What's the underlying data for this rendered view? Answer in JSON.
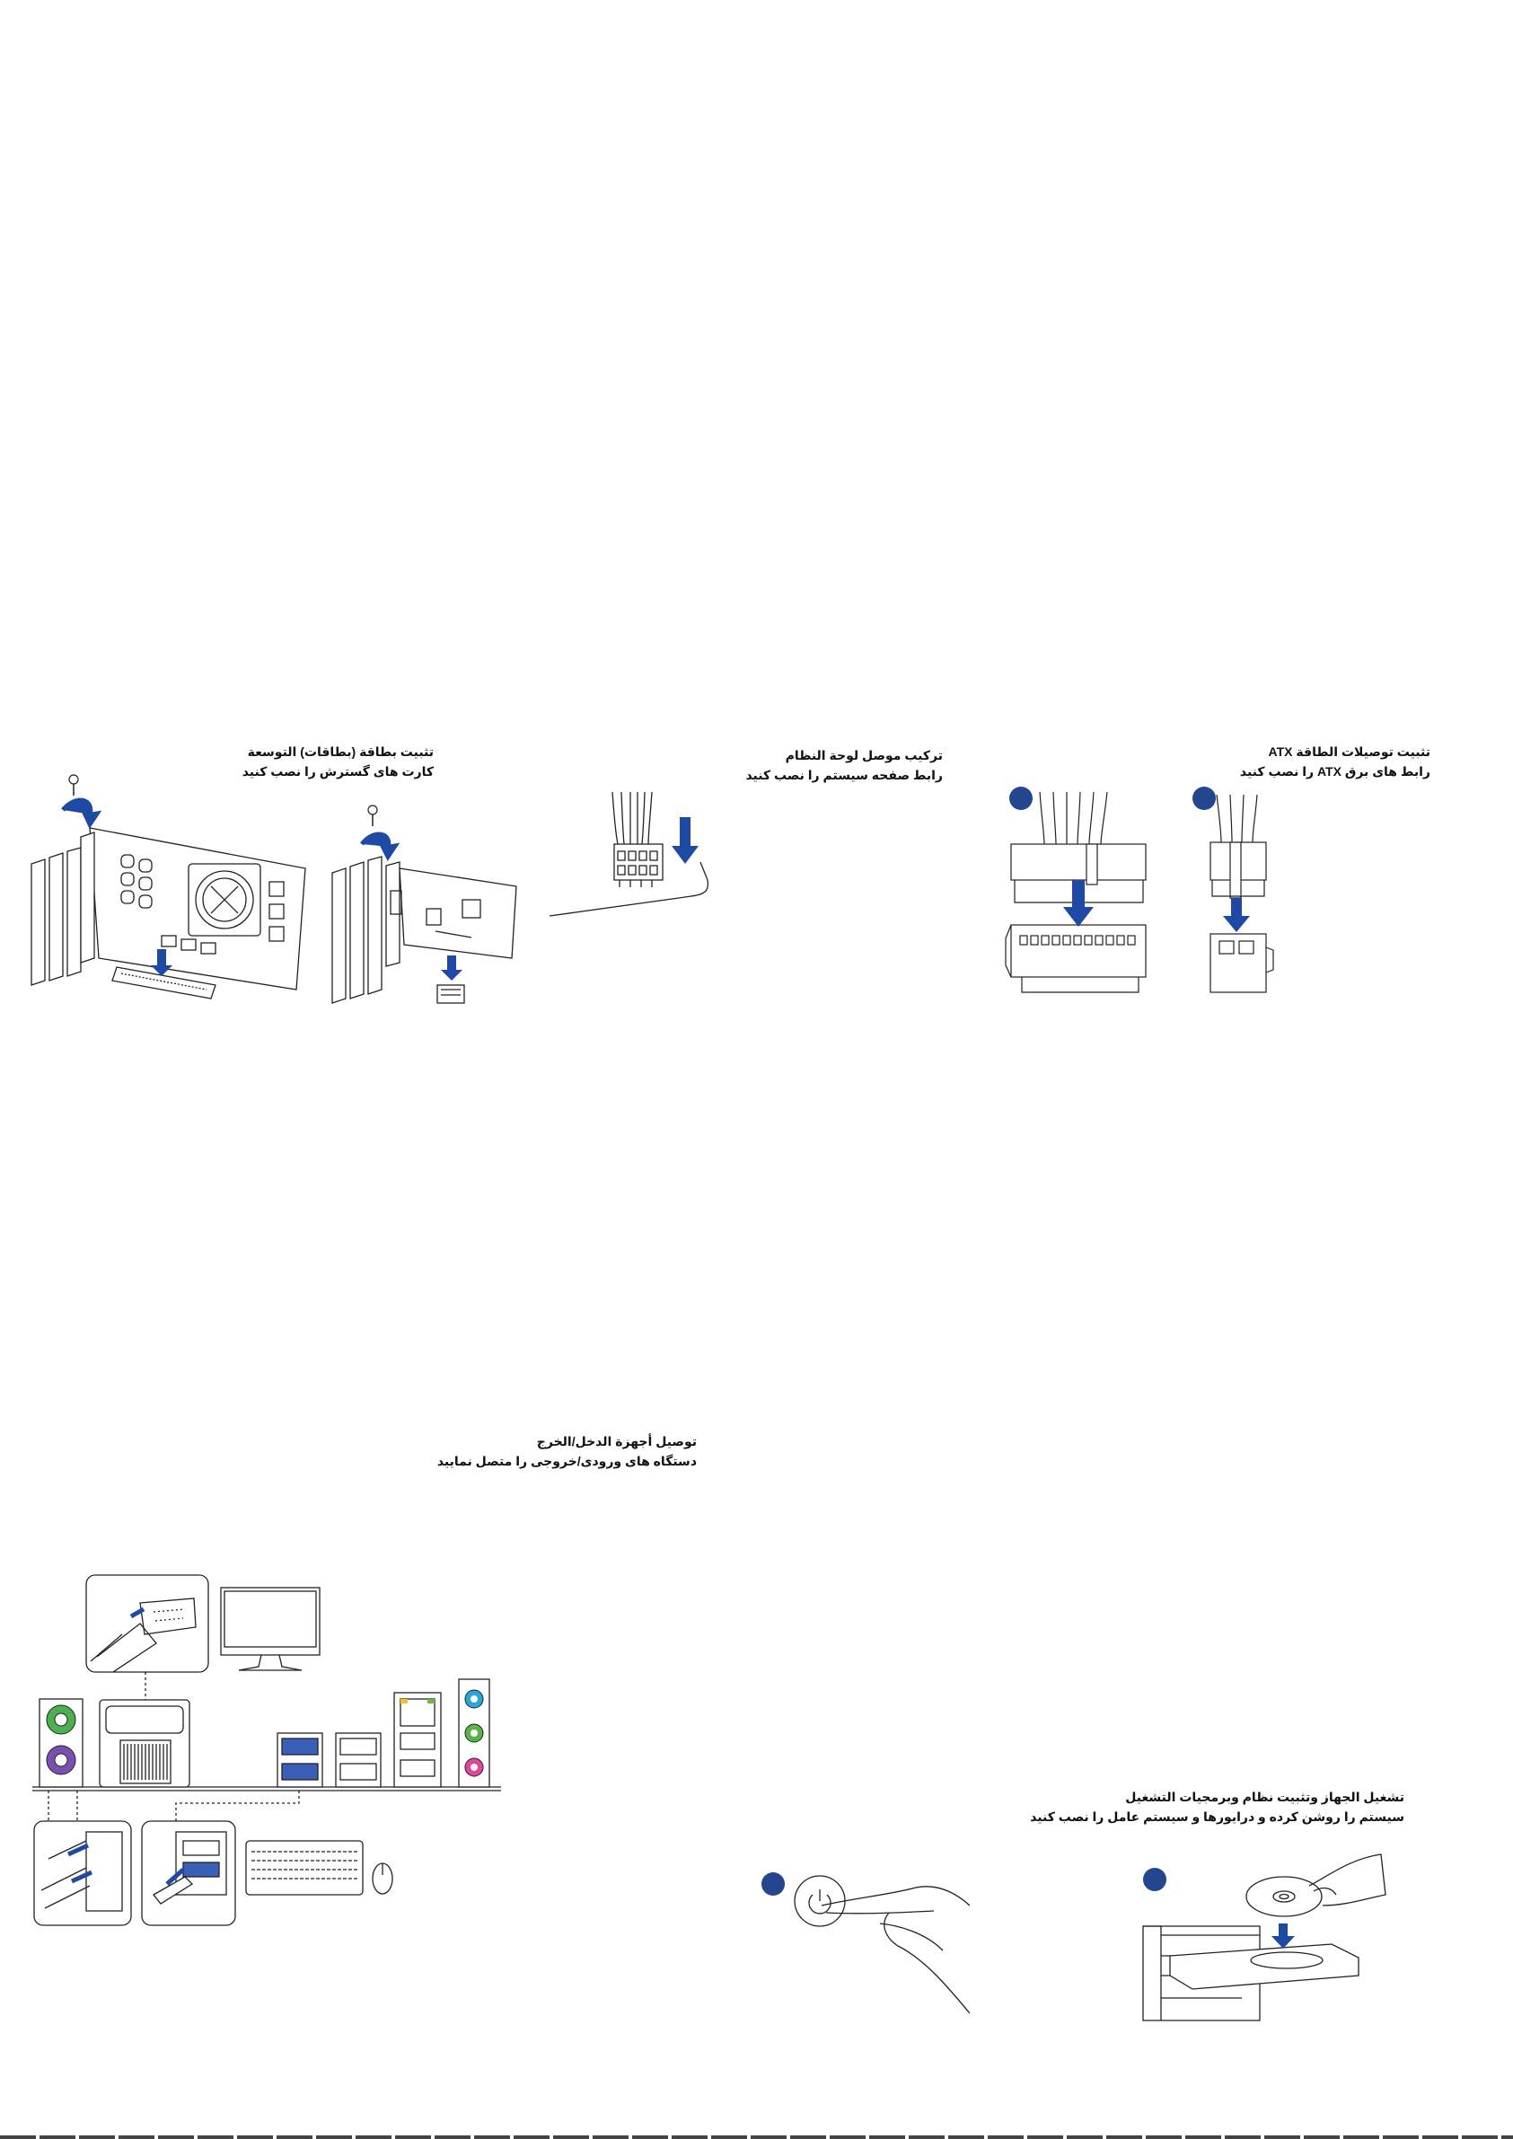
{
  "sections": {
    "expansion_card": {
      "title_ar": "تثبيت بطاقة (بطاقات) التوسعة",
      "subtitle_fa": "کارت های گسترش را نصب کنید"
    },
    "system_panel": {
      "title_ar": "تركيب موصل لوحة النظام",
      "subtitle_fa": "رابط صفحه سیستم را نصب کنید"
    },
    "atx_power": {
      "title_ar": "تثبيت توصيلات الطاقة ATX",
      "subtitle_fa": "رابط های برق ATX را نصب کنید"
    },
    "io_devices": {
      "title_ar": "توصيل أجهزة الدخل/الخرج",
      "subtitle_fa": "دستگاه های ورودی/خروجی را متصل نمایید"
    },
    "power_on": {
      "title_ar": "تشغيل الجهاز وتثبيت نظام وبرمجيات التشغيل",
      "subtitle_fa": "سیستم را روشن کرده و درایورها و سیستم عامل را نصب کنید"
    }
  },
  "icons": [
    "screw-icon",
    "rotate-arrow-icon",
    "down-arrow-icon",
    "power-button-icon",
    "optical-disc-icon",
    "monitor-icon",
    "keyboard-icon",
    "mouse-icon"
  ],
  "colors": {
    "accent_blue": "#24468f",
    "arrow_blue": "#1f4aa3",
    "ps2_green": "#4caf50",
    "ps2_purple": "#7b4fb0",
    "audio_blue": "#2aa6d8",
    "audio_green": "#5db34a",
    "audio_pink": "#e0479e"
  }
}
